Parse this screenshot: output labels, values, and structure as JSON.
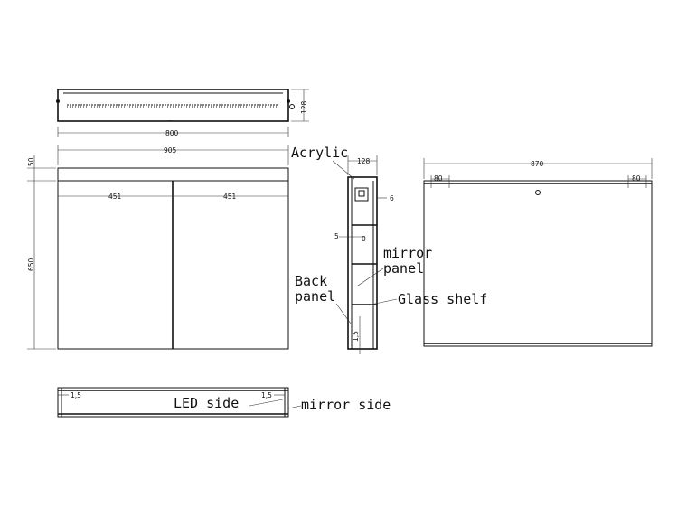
{
  "top_view": {
    "width": "800",
    "depth": "128"
  },
  "front_view": {
    "overall_width": "905",
    "top_band": "50",
    "height": "650",
    "left_door": "451",
    "right_door": "451"
  },
  "side_view": {
    "depth": "128",
    "dim_6": "6",
    "dim_5": "5",
    "dim_1_5": "1,5",
    "labels": {
      "acrylic": "Acrylic",
      "mirror_panel_line1": "mirror",
      "mirror_panel_line2": "panel",
      "back_panel_line1": "Back",
      "back_panel_line2": "panel",
      "glass_shelf": "Glass shelf"
    }
  },
  "back_view": {
    "width": "870",
    "left_bracket": "80",
    "right_bracket": "80"
  },
  "bottom_view": {
    "left_gap": "1,5",
    "right_gap": "1,5",
    "led_side": "LED side",
    "mirror_side": "mirror side"
  }
}
